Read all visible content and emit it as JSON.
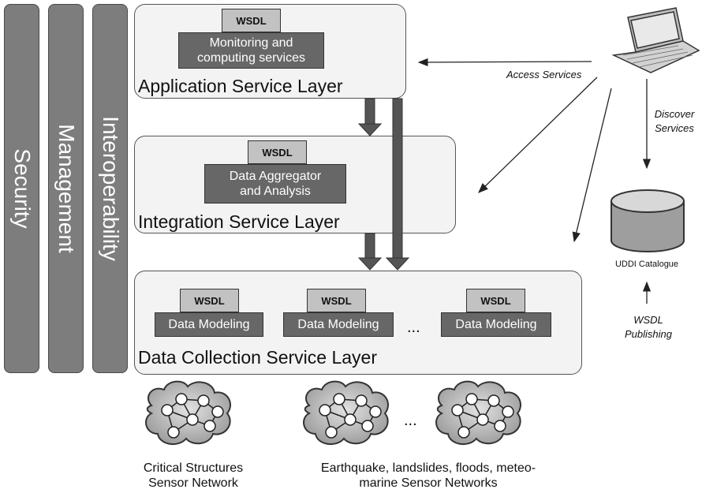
{
  "pillars": [
    "Security",
    "Management",
    "Interoperability"
  ],
  "layers": {
    "application": {
      "title": "Application Service Layer",
      "wsdl": "WSDL",
      "service": [
        "Monitoring and",
        "computing services"
      ]
    },
    "integration": {
      "title": "Integration Service Layer",
      "wsdl": "WSDL",
      "service": [
        "Data Aggregator",
        "and Analysis"
      ]
    },
    "collection": {
      "title": "Data Collection Service Layer",
      "modules": [
        {
          "wsdl": "WSDL",
          "service": "Data Modeling"
        },
        {
          "wsdl": "WSDL",
          "service": "Data Modeling"
        },
        {
          "wsdl": "WSDL",
          "service": "Data Modeling"
        }
      ],
      "ellipsis": "..."
    }
  },
  "annotations": {
    "access": "Access Services",
    "discover": [
      "Discover",
      "Services"
    ],
    "uddi": "UDDI Catalogue",
    "publishing": [
      "WSDL",
      "Publishing"
    ]
  },
  "networks": {
    "critical": [
      "Critical Structures",
      "Sensor Network"
    ],
    "hazards": [
      "Earthquake, landslides, floods, meteo-",
      "marine Sensor Networks"
    ],
    "ellipsis": "..."
  },
  "icons": {
    "laptop": "laptop-icon",
    "database": "database-icon",
    "sensor_network": "sensor-network-icon"
  }
}
